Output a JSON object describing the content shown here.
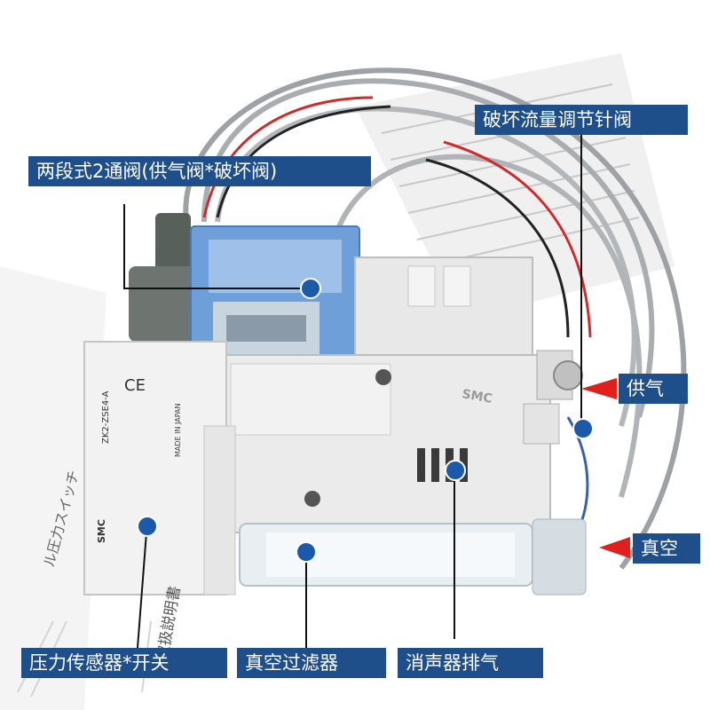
{
  "callouts": {
    "two_stage_valve": "两段式2通阀(供气阀*破坏阀)",
    "release_needle_valve": "破坏流量调节针阀",
    "supply": "供气",
    "vacuum": "真空",
    "pressure_sensor_switch": "压力传感器*开关",
    "vacuum_filter": "真空过滤器",
    "silencer_exhaust": "消声器排气"
  },
  "colors": {
    "label_bg": "#1f4f8a",
    "label_text": "#ffffff",
    "marker_fill": "#1a5aa8",
    "pointer_red": "#e0201c",
    "leader_line": "#111111"
  },
  "product_marks": {
    "brand": "SMC",
    "sensor_model": "ZK2-ZSE4-A",
    "ce_mark": "CE",
    "made_in": "MADE IN JAPAN",
    "doc_text": "ル圧力スイッチ",
    "doc_text_2": "取扱説明書"
  }
}
